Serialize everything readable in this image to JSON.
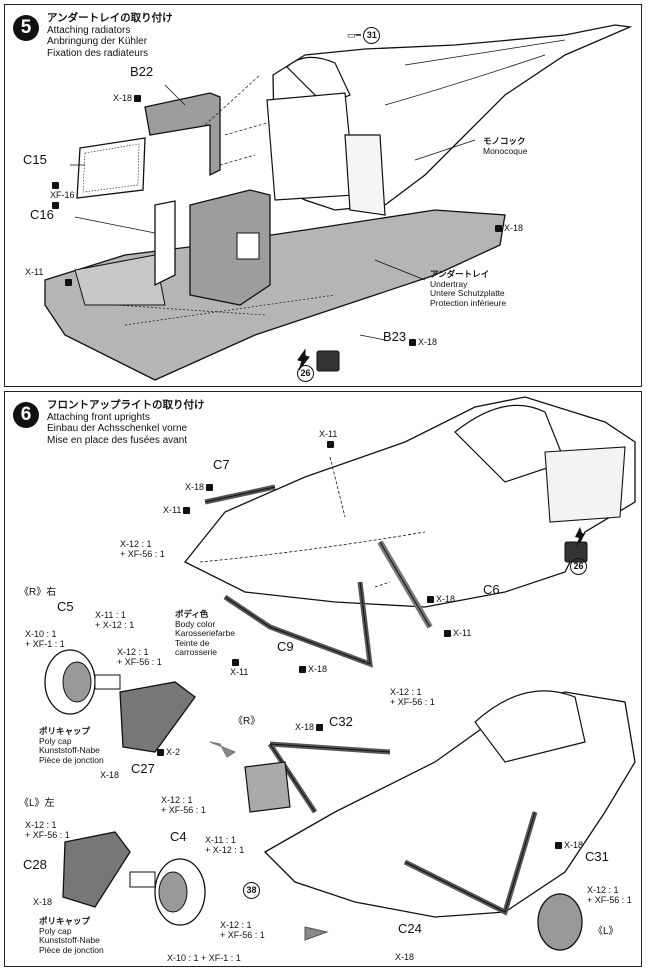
{
  "step5": {
    "number": "5",
    "title_jp": "アンダートレイの取り付け",
    "title_en": "Attaching radiators",
    "title_de": "Anbringung der Kühler",
    "title_fr": "Fixation des radiateurs",
    "labels": {
      "b22": "B22",
      "c15": "C15",
      "c16": "C16",
      "b23": "B23",
      "x18_a": "X-18",
      "xf16": "XF-16",
      "x11": "X-11",
      "x18_b": "X-18",
      "x18_c": "X-18",
      "ref31": "31",
      "ref26": "26"
    },
    "monocoque": {
      "jp": "モノコック",
      "en": "Monocoque"
    },
    "undertray": {
      "jp": "アンダートレイ",
      "en": "Undertray",
      "de": "Untere Schutzplatte",
      "fr": "Protection inférieure"
    }
  },
  "step6": {
    "number": "6",
    "title_jp": "フロントアップライトの取り付け",
    "title_en": "Attaching front uprights",
    "title_de": "Einbau der Achsschenkel vorne",
    "title_fr": "Mise en place des fusées avant",
    "labels": {
      "c7": "C7",
      "c6": "C6",
      "c9": "C9",
      "c5": "C5",
      "c27": "C27",
      "c32": "C32",
      "c28": "C28",
      "c4": "C4",
      "c31": "C31",
      "c24": "C24",
      "r_right": "《R》右",
      "l_left": "《L》左",
      "r_mark": "《R》",
      "l_mark": "《L》",
      "x11_top": "X-11",
      "x18_c7": "X-18",
      "x11_c7": "X-11",
      "x12_a": "X-12 : 1",
      "xf56_a": "+ XF-56 : 1",
      "x18_c6": "X-18",
      "x11_c6": "X-11",
      "x11_c9": "X-11",
      "x18_c9": "X-18",
      "x12_b": "X-12 : 1",
      "xf56_b": "+ XF-56 : 1",
      "x11_c5a": "X-11 : 1",
      "x12_c5a": "+ X-12 : 1",
      "x10_a": "X-10 : 1",
      "xf1_a": "+ XF-1 : 1",
      "x12_c5b": "X-12 : 1",
      "xf56_c5b": "+ XF-56 : 1",
      "x2": "X-2",
      "x18_c27": "X-18",
      "x18_c32": "X-18",
      "x12_r": "X-12 : 1",
      "xf56_r": "+ XF-56 : 1",
      "x12_l": "X-12 : 1",
      "xf56_l": "+ XF-56 : 1",
      "x18_c28": "X-18",
      "x11_c4": "X-11 : 1",
      "x12_c4": "+ X-12 : 1",
      "x12_c4b": "X-12 : 1",
      "xf56_c4b": "+ XF-56 : 1",
      "x10_c4": "X-10 : 1 + XF-1 : 1",
      "x18_c31": "X-18",
      "x12_c31": "X-12 : 1",
      "xf56_c31": "+ XF-56 : 1",
      "x18_c24": "X-18",
      "ref26": "26",
      "ref38": "38"
    },
    "body_color": {
      "jp": "ボディ色",
      "en": "Body color",
      "de": "Karosseriefarbe",
      "fr1": "Teinte de",
      "fr2": "carrosserie"
    },
    "polycap_r": {
      "jp": "ポリキャップ",
      "en": "Poly cap",
      "de": "Kunststoff-Nabe",
      "fr": "Pièce de jonction"
    },
    "polycap_l": {
      "jp": "ポリキャップ",
      "en": "Poly cap",
      "de": "Kunststoff-Nabe",
      "fr": "Pièce de jonction"
    }
  }
}
